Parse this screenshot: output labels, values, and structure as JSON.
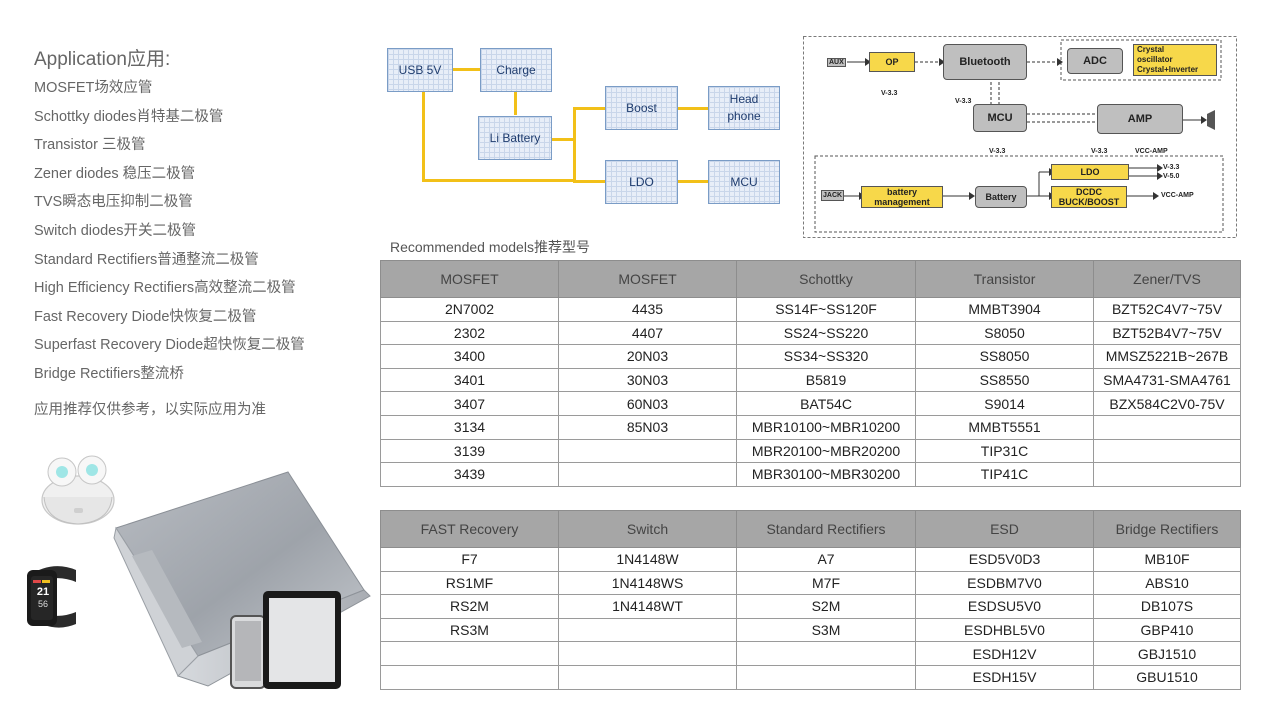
{
  "application": {
    "title": "Application应用:",
    "items": [
      "MOSFET场效应管",
      "Schottky diodes肖特基二极管",
      "Transistor 三极管",
      "Zener diodes 稳压二极管",
      "TVS瞬态电压抑制二极管",
      "Switch diodes开关二极管",
      "Standard Rectifiers普通整流二极管",
      "High Efficiency  Rectifiers高效整流二极管",
      "Fast Recovery Diode快恢复二极管",
      "Superfast Recovery Diode超快恢复二极管",
      "Bridge Rectifiers整流桥"
    ],
    "note": "应用推荐仅供参考，以实际应用为准"
  },
  "block_diagram": {
    "usb": "USB 5V",
    "charge": "Charge",
    "battery": "Li Battery",
    "boost": "Boost",
    "head1": "Head",
    "head2": "phone",
    "ldo": "LDO",
    "mcu": "MCU"
  },
  "schematic": {
    "aux": "AUX",
    "op": "OP",
    "bluetooth": "Bluetooth",
    "adc": "ADC",
    "crystal1": "Crystal",
    "crystal2": "oscillator",
    "crystal3": "Crystal+Inverter",
    "mcu": "MCU",
    "amp": "AMP",
    "v33": "V-3.3",
    "v50": "V-5.0",
    "vccamp": "VCC-AMP",
    "ldo": "LDO",
    "battery_mgmt1": "battery",
    "battery_mgmt2": "management",
    "battery": "Battery",
    "dcdc1": "DCDC",
    "dcdc2": "BUCK/BOOST",
    "jack": "JACK"
  },
  "recommended_label": "Recommended models推荐型号",
  "table1": {
    "headers": [
      "MOSFET",
      "MOSFET",
      "Schottky",
      "Transistor",
      "Zener/TVS"
    ],
    "rows": [
      [
        "2N7002",
        "4435",
        "SS14F~SS120F",
        "MMBT3904",
        "BZT52C4V7~75V"
      ],
      [
        "2302",
        "4407",
        "SS24~SS220",
        "S8050",
        "BZT52B4V7~75V"
      ],
      [
        "3400",
        "20N03",
        "SS34~SS320",
        "SS8050",
        "MMSZ5221B~267B"
      ],
      [
        "3401",
        "30N03",
        "B5819",
        "SS8550",
        "SMA4731-SMA4761"
      ],
      [
        "3407",
        "60N03",
        "BAT54C",
        "S9014",
        "BZX584C2V0-75V"
      ],
      [
        "3134",
        "85N03",
        "MBR10100~MBR10200",
        "MMBT5551",
        ""
      ],
      [
        "3139",
        "",
        "MBR20100~MBR20200",
        "TIP31C",
        ""
      ],
      [
        "3439",
        "",
        "MBR30100~MBR30200",
        "TIP41C",
        ""
      ]
    ]
  },
  "table2": {
    "headers": [
      "FAST Recovery",
      "Switch",
      "Standard Rectifiers",
      "ESD",
      "Bridge Rectifiers"
    ],
    "rows": [
      [
        "F7",
        "1N4148W",
        "A7",
        "ESD5V0D3",
        "MB10F"
      ],
      [
        "RS1MF",
        "1N4148WS",
        "M7F",
        "ESDBM7V0",
        "ABS10"
      ],
      [
        "RS2M",
        "1N4148WT",
        "S2M",
        "ESDSU5V0",
        "DB107S"
      ],
      [
        "RS3M",
        "",
        "S3M",
        "ESDHBL5V0",
        "GBP410"
      ],
      [
        "",
        "",
        "",
        "ESDH12V",
        "GBJ1510"
      ],
      [
        "",
        "",
        "",
        "ESDH15V",
        "GBU1510"
      ]
    ]
  },
  "watch": {
    "time1": "21",
    "time2": "56"
  }
}
